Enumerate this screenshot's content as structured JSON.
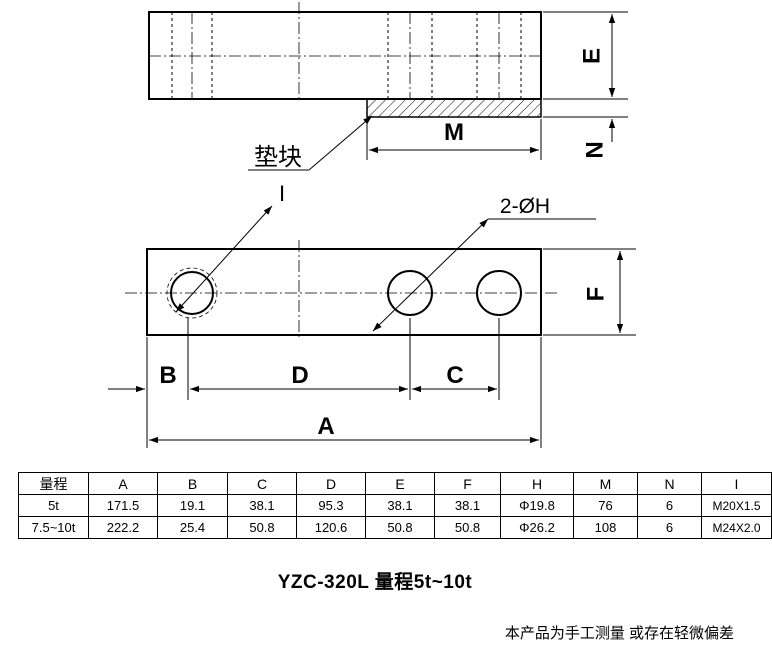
{
  "drawing": {
    "labels": {
      "E": "E",
      "N": "N",
      "M": "M",
      "pad": "垫块",
      "I": "I",
      "holes": "2-ØH",
      "F": "F",
      "B": "B",
      "D": "D",
      "C": "C",
      "A": "A"
    }
  },
  "table": {
    "headers": [
      "量程",
      "A",
      "B",
      "C",
      "D",
      "E",
      "F",
      "H",
      "M",
      "N",
      "I"
    ],
    "rows": [
      [
        "5t",
        "171.5",
        "19.1",
        "38.1",
        "95.3",
        "38.1",
        "38.1",
        "Φ19.8",
        "76",
        "6",
        "M20X1.5"
      ],
      [
        "7.5~10t",
        "222.2",
        "25.4",
        "50.8",
        "120.6",
        "50.8",
        "50.8",
        "Φ26.2",
        "108",
        "6",
        "M24X2.0"
      ]
    ]
  },
  "model_title": "YZC-320L 量程5t~10t",
  "note": "本产品为手工测量 或存在轻微偏差"
}
